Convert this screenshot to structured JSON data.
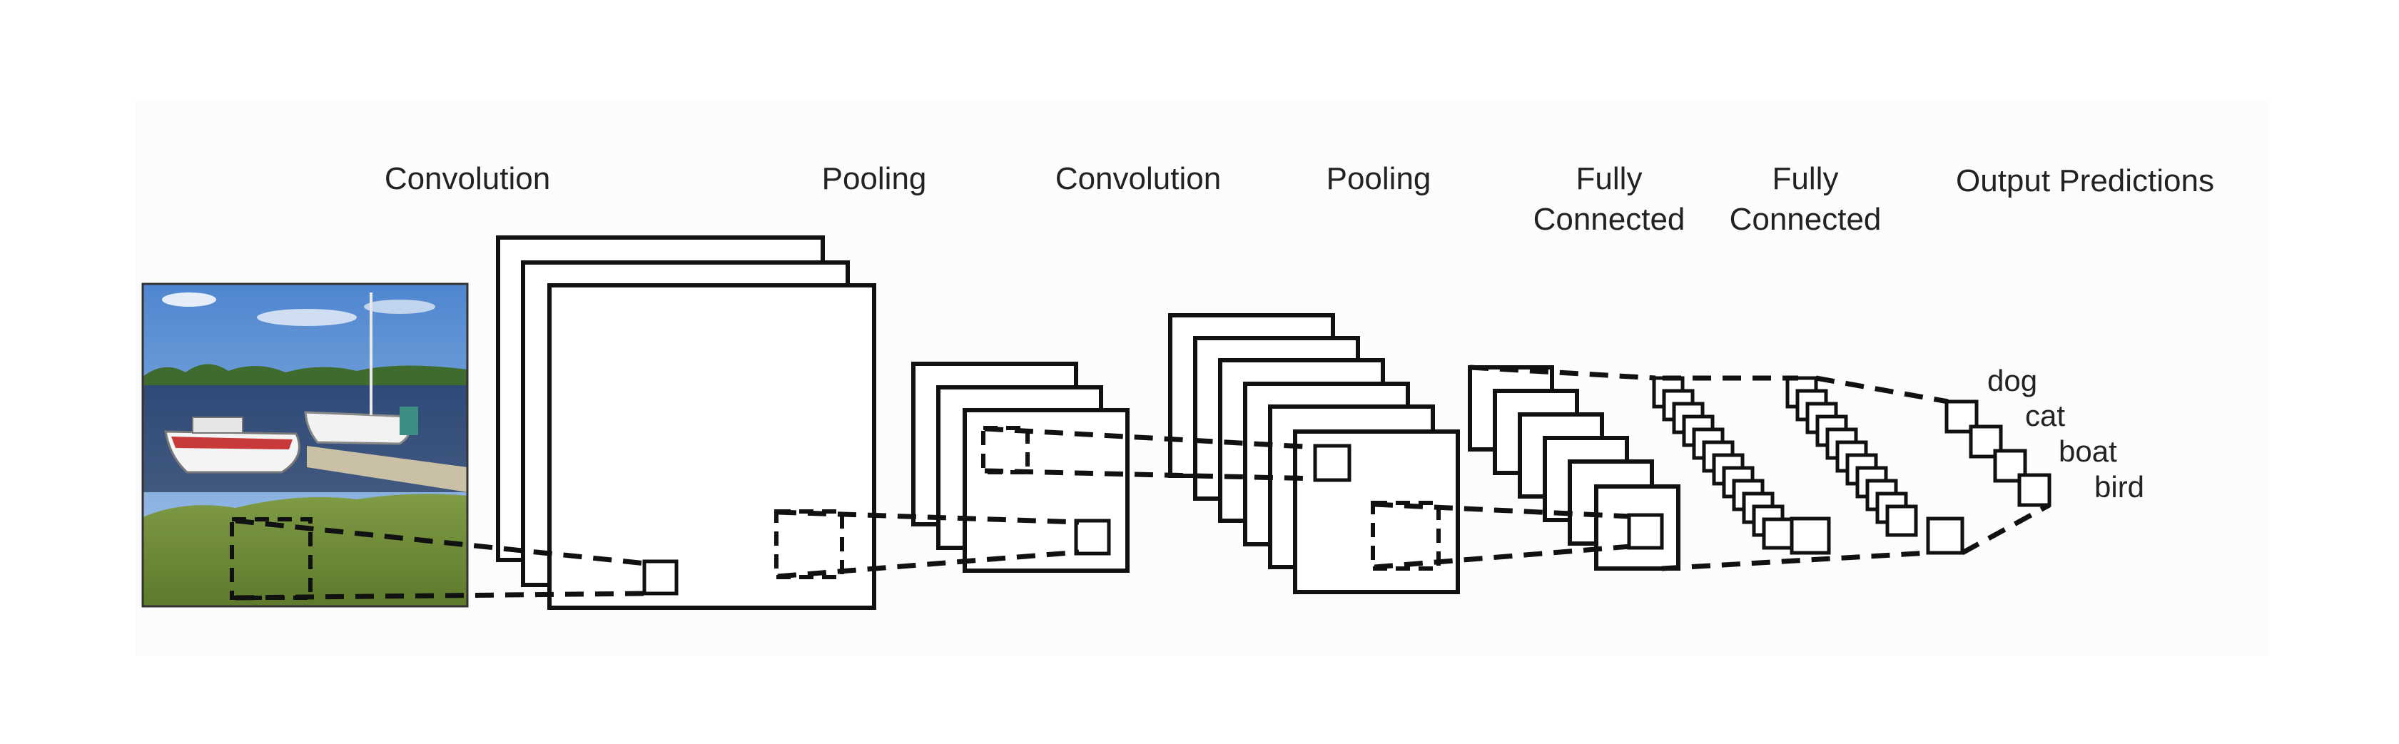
{
  "stages": [
    {
      "lines": [
        "Convolution"
      ]
    },
    {
      "lines": [
        "Pooling"
      ]
    },
    {
      "lines": [
        "Convolution"
      ]
    },
    {
      "lines": [
        "Pooling"
      ]
    },
    {
      "lines": [
        "Fully",
        "Connected"
      ]
    },
    {
      "lines": [
        "Fully",
        "Connected"
      ]
    },
    {
      "lines": [
        "Output Predictions"
      ]
    }
  ],
  "classes": [
    "dog",
    "cat",
    "boat",
    "bird"
  ]
}
